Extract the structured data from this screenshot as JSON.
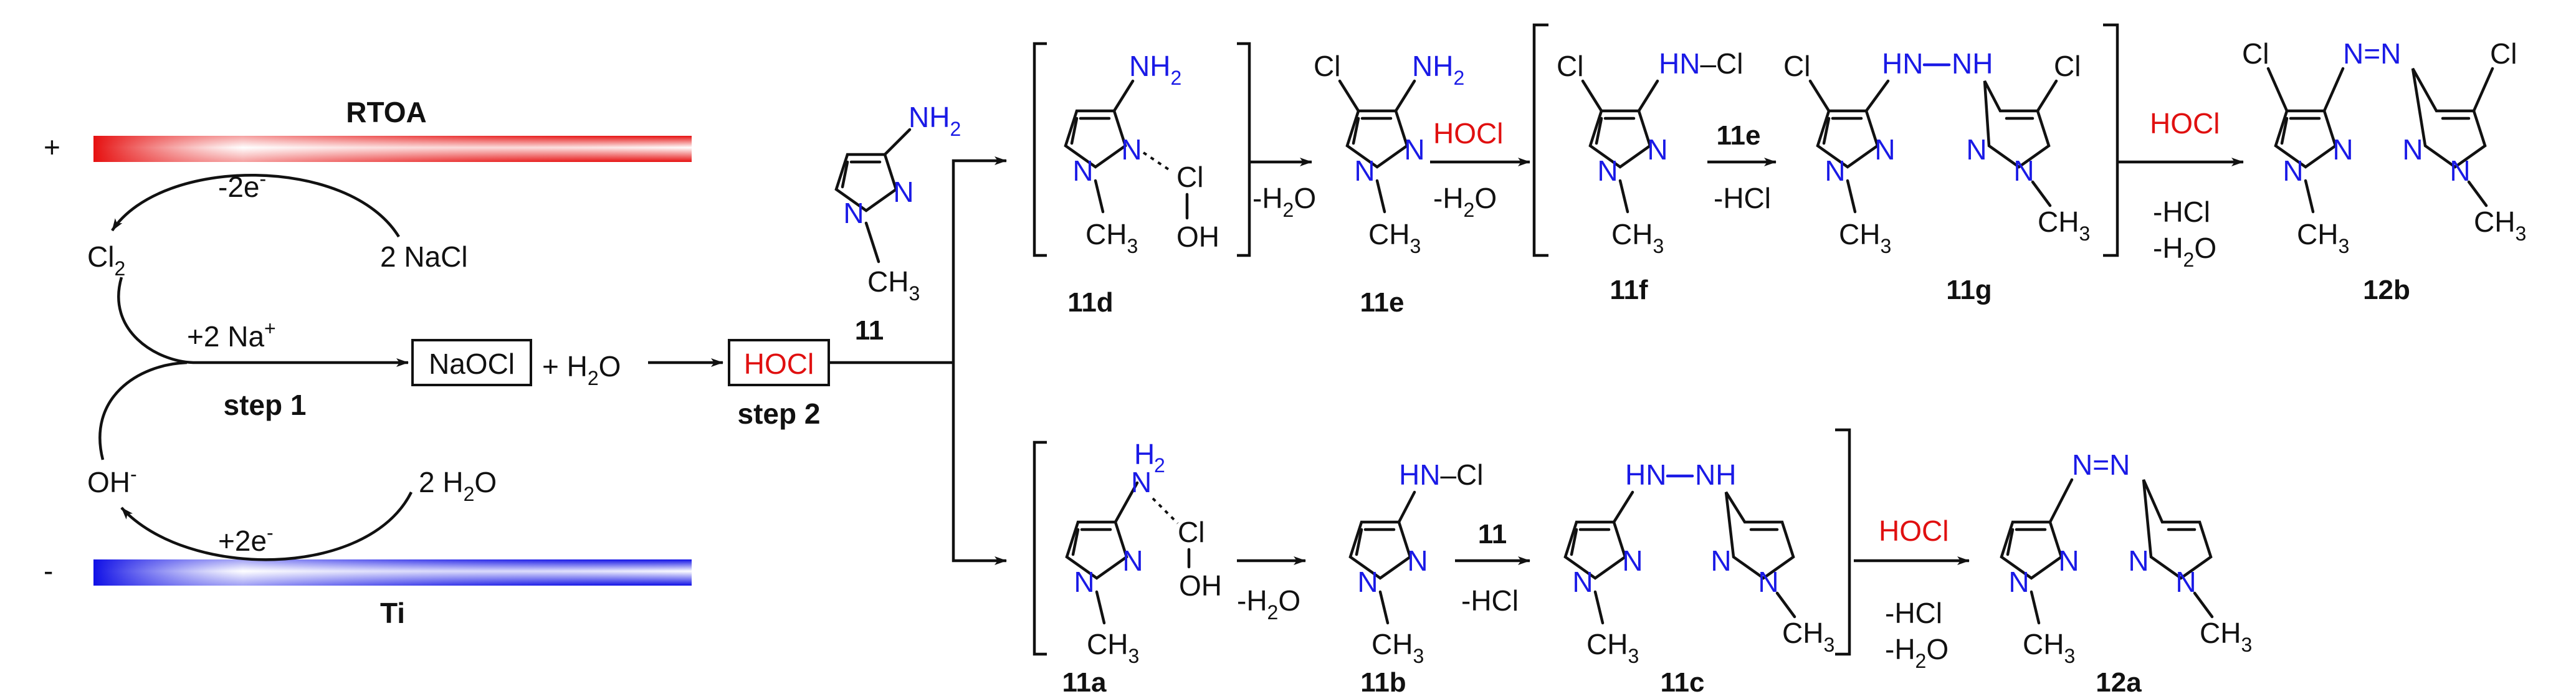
{
  "electrochem": {
    "anode": "RTOA",
    "cathode": "Ti",
    "plus": "+",
    "minus": "-",
    "cl2": "Cl",
    "cl2_sub": "2",
    "nacl": "2 NaCl",
    "minus2e_a": "-2e",
    "minus2e_b": "-",
    "plus2na_a": "+2 Na",
    "plus2na_b": "+",
    "oh_a": "OH",
    "oh_b": "-",
    "h2o2_a": "2 H",
    "h2o2_b": "2",
    "h2o2_c": "O",
    "plus2e_a": "+2e",
    "plus2e_b": "-",
    "step1": "step 1",
    "naocl": "NaOCl",
    "plus_h2o_a": "+ H",
    "plus_h2o_b": "2",
    "plus_h2o_c": "O",
    "hocl_box": "HOCl",
    "step2": "step 2"
  },
  "compounds": {
    "c11": "11",
    "c11a": "11a",
    "c11b": "11b",
    "c11c": "11c",
    "c11d": "11d",
    "c11e": "11e",
    "c11f": "11f",
    "c11g": "11g",
    "c12a": "12a",
    "c12b": "12b"
  },
  "atoms": {
    "N": "N",
    "NH": "NH",
    "HN": "HN",
    "H": "H",
    "NH2_N": "NH",
    "two": "2",
    "Cl": "Cl",
    "OH": "OH",
    "CH": "CH",
    "three": "3",
    "O": "O",
    "HN_Cl": "HN",
    "dash": "–",
    "NeqN": "N=N"
  },
  "reagents": {
    "hocl": "HOCl",
    "minus_h2o_a": "-H",
    "minus_h2o_b": "2",
    "minus_h2o_c": "O",
    "minus_hcl": "-HCl",
    "r11e": "11e",
    "r11": "11"
  },
  "colors": {
    "anode_red": "#e61010",
    "cathode_blue": "#1010e6",
    "nitrogen_blue": "#1a1ae6",
    "reagent_red": "#e01010"
  }
}
